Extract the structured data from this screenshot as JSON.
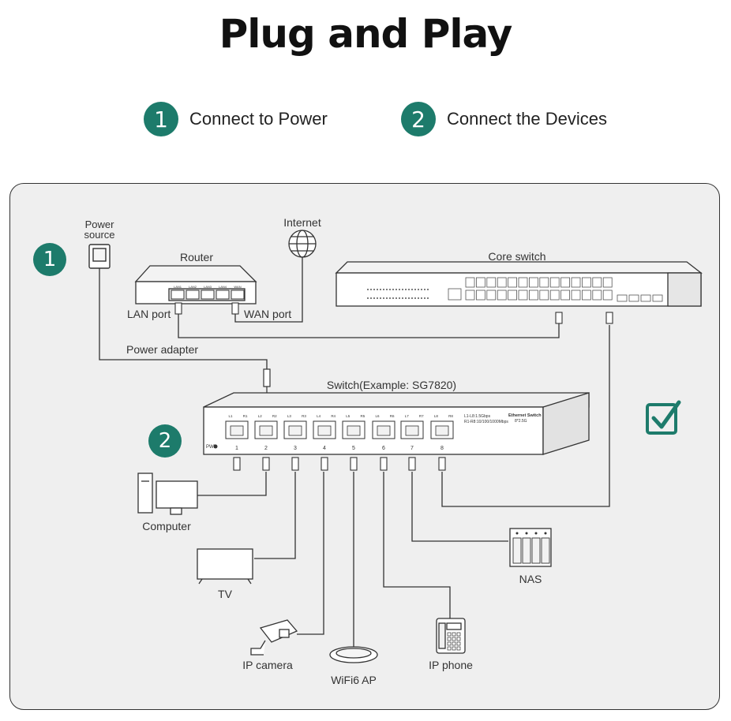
{
  "title": "Plug and Play",
  "steps": [
    {
      "number": "1",
      "label": "Connect to Power"
    },
    {
      "number": "2",
      "label": "Connect the Devices"
    }
  ],
  "diagram": {
    "power_source": "Power\nsource",
    "internet": "Internet",
    "router": "Router",
    "core_switch": "Core switch",
    "lan_port": "LAN port",
    "wan_port": "WAN port",
    "power_adapter": "Power adapter",
    "switch_label": "Switch(Example: SG7820)",
    "computer": "Computer",
    "tv": "TV",
    "ip_camera": "IP camera",
    "wifi_ap": "WiFi6 AP",
    "ip_phone": "IP phone",
    "nas": "NAS",
    "router_ports": [
      "LAN1",
      "LAN2",
      "LAN3",
      "LAN4",
      "WAN"
    ],
    "switch_top_labels": [
      "L1",
      "R1",
      "L2",
      "R2",
      "L3",
      "R3",
      "L4",
      "R4",
      "L5",
      "R5",
      "L6",
      "R6",
      "L7",
      "R7",
      "L8",
      "R8"
    ],
    "switch_port_numbers": [
      "1",
      "2",
      "3",
      "4",
      "5",
      "6",
      "7",
      "8"
    ],
    "switch_legend": [
      "L1-L8:1.5Gbps",
      "R1-R8:10/100/1000Mbps"
    ],
    "switch_brand": "Ethernet Switch",
    "switch_model": "8*2.5G",
    "pwr_label": "PWR",
    "check_icon": "checkbox-check-icon"
  },
  "colors": {
    "accent": "#1d7b6b",
    "panel": "#efefef",
    "line": "#333333"
  }
}
